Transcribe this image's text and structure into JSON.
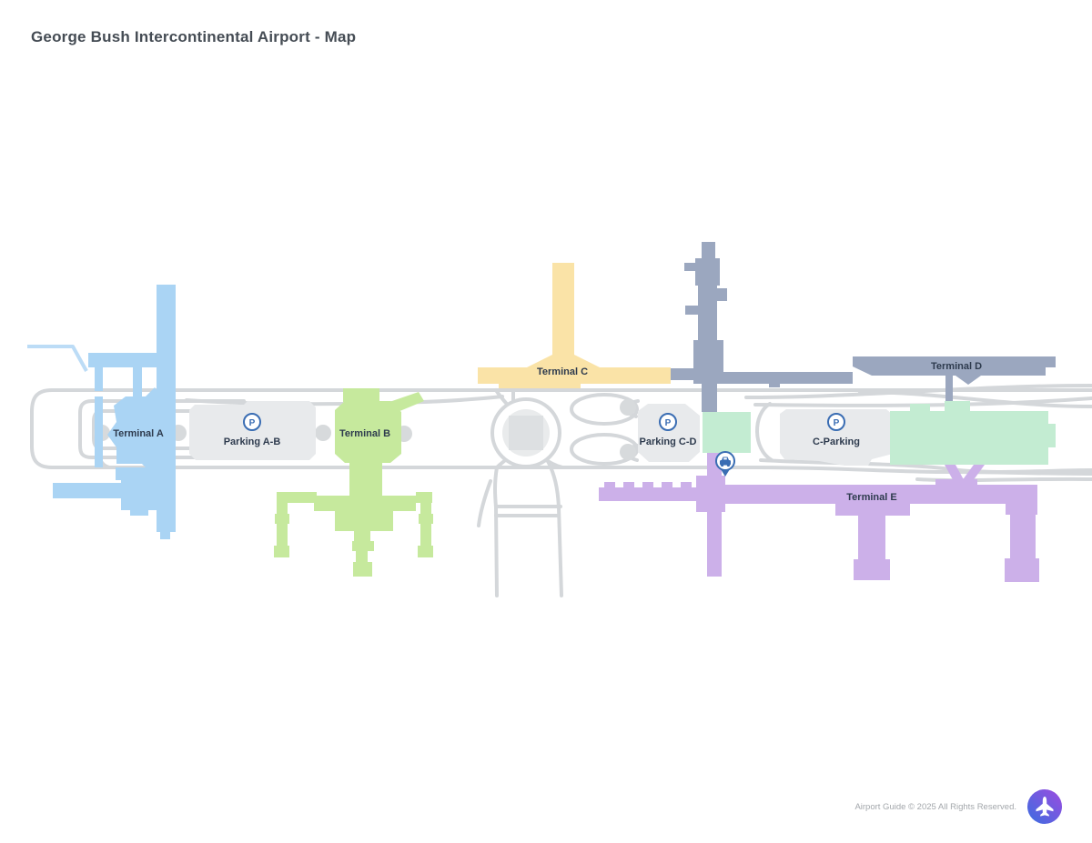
{
  "title": "George Bush Intercontinental Airport - Map",
  "map": {
    "terminals": [
      {
        "name": "Terminal A",
        "color": "#aad4f4"
      },
      {
        "name": "Terminal B",
        "color": "#c6e99d"
      },
      {
        "name": "Terminal C",
        "color": "#fae3a7"
      },
      {
        "name": "Terminal D",
        "color": "#9ba7bf"
      },
      {
        "name": "Terminal E",
        "color": "#ccb0e9"
      }
    ],
    "parking_areas": [
      {
        "name": "Parking A-B",
        "icon": "parking-icon",
        "icon_letter": "P"
      },
      {
        "name": "Parking C-D",
        "icon": "parking-icon",
        "icon_letter": "P"
      },
      {
        "name": "C-Parking",
        "icon": "parking-icon",
        "icon_letter": "P"
      }
    ],
    "markers": [
      {
        "name": "taxi-stand",
        "icon": "taxi-icon"
      }
    ],
    "colors": {
      "road": "#d4d7da",
      "parking_fill": "#e8eaec",
      "mint": "#c3ecd2",
      "label": "#2e3b4e",
      "icon_blue": "#3a6db3"
    }
  },
  "footer": {
    "copyright": "Airport Guide © 2025 All Rights Reserved.",
    "logo_icon": "airplane-icon",
    "logo_gradient": [
      "#3a6ee0",
      "#9d4be0"
    ]
  }
}
